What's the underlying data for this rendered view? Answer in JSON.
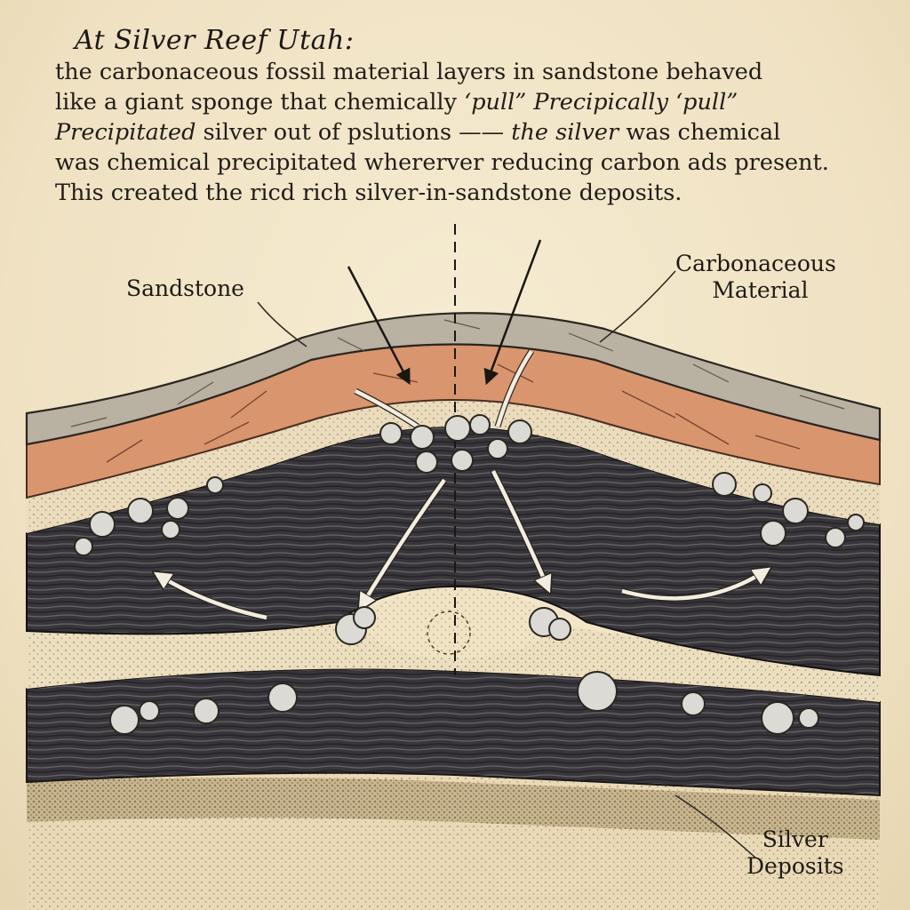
{
  "title": "At Silver Reef Utah:",
  "paragraph": {
    "line1": "the carbonaceous fossil  material layers in sandstone behaved",
    "line2a": "like a giant  sponge that chemically ",
    "line2b": "‘pull” Precipically ‘pull”",
    "line3a": "Precipitated",
    "line3b": " silver out of p",
    "line3c": "slutions —— ",
    "line3d": "the silver",
    "line3e": " was chemical",
    "line4": "was chemical precipitated whererver reducing carbon ads present.",
    "line5": "This created the ricd rich  silver-in-sandstone deposits."
  },
  "labels": {
    "sandstone": "Sandstone",
    "carbonaceous_line1": "Carbonaceous",
    "carbonaceous_line2": "Material",
    "silver_line1": "Silver",
    "silver_line2": "Deposits"
  },
  "colors": {
    "paper": "#f1e5c8",
    "sandstone_gray": "#b8b0a0",
    "sandstone_orange": "#d9956e",
    "sand_light": "#eadcbc",
    "carbon_dark": "#3a3836",
    "silver": "#d8d6d0",
    "ink": "#1f1a14"
  }
}
